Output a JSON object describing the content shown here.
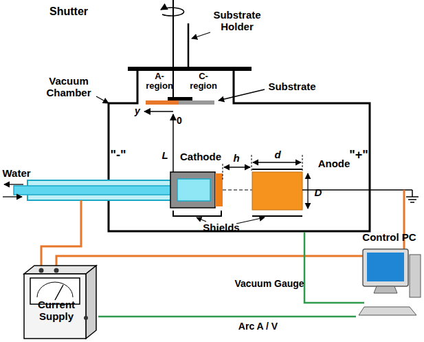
{
  "diagram": {
    "nodes": [
      {
        "text": [
          "Current Supply"
        ]
      },
      {
        "text": [
          "Control PC"
        ]
      }
    ],
    "edges": [
      {
        "from": 0,
        "to": 1,
        "arrow": "none",
        "label": "Arc A / V"
      }
    ],
    "labels": [
      "Shutter",
      "Substrate Holder",
      "Vacuum Chamber",
      "A- region",
      "C- region",
      "Substrate",
      "y",
      "0",
      "h",
      "d",
      "Cathode",
      "Anode",
      "L",
      "D",
      "Water",
      "\"-\"",
      "\"+\"",
      "Shields",
      "Vacuum Gauge"
    ]
  }
}
